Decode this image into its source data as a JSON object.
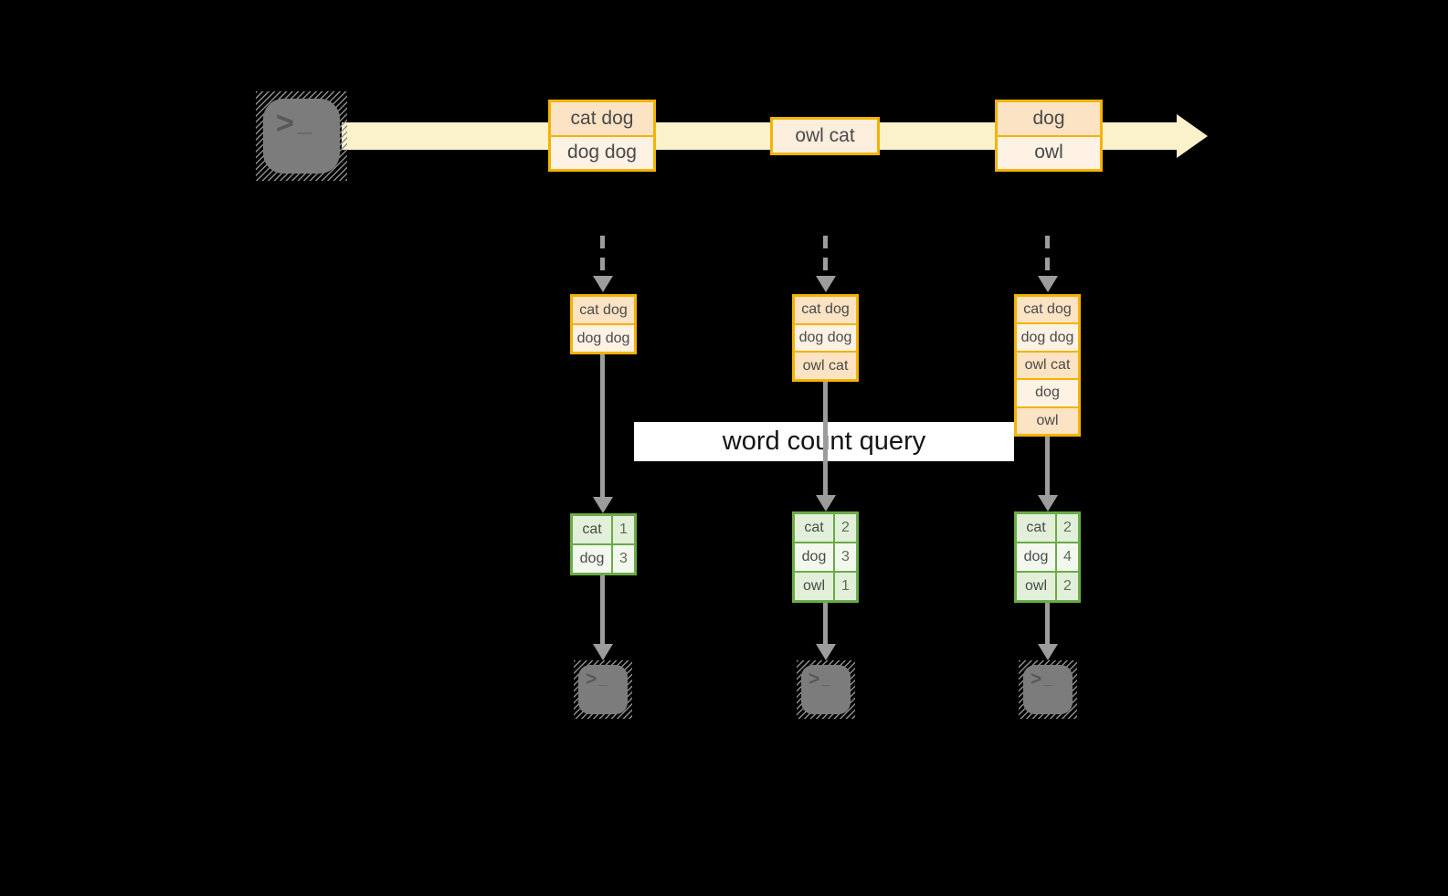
{
  "query_label": "word count query",
  "icons": {
    "source": "terminal-icon",
    "sink": "terminal-icon",
    "prompt": ">",
    "cursor": "_"
  },
  "stream": {
    "batches": [
      {
        "items": [
          "cat dog",
          "dog dog"
        ]
      },
      {
        "items": [
          "owl cat"
        ]
      },
      {
        "items": [
          "dog",
          "owl"
        ]
      }
    ]
  },
  "columns": [
    {
      "state": [
        "cat dog",
        "dog dog"
      ],
      "counts": [
        {
          "word": "cat",
          "n": "1"
        },
        {
          "word": "dog",
          "n": "3"
        }
      ]
    },
    {
      "state": [
        "cat dog",
        "dog dog",
        "owl cat"
      ],
      "counts": [
        {
          "word": "cat",
          "n": "2"
        },
        {
          "word": "dog",
          "n": "3"
        },
        {
          "word": "owl",
          "n": "1"
        }
      ]
    },
    {
      "state": [
        "cat dog",
        "dog dog",
        "owl cat",
        "dog",
        "owl"
      ],
      "counts": [
        {
          "word": "cat",
          "n": "2"
        },
        {
          "word": "dog",
          "n": "4"
        },
        {
          "word": "owl",
          "n": "2"
        }
      ]
    }
  ],
  "colors": {
    "background": "#000000",
    "accent_gold": "#f3b300",
    "peach_dark": "#fbe3c4",
    "peach_light": "#fdf2e3",
    "peach_mid": "#fceedd",
    "stream_band": "#fbf1cb",
    "green_border": "#6aab47",
    "green_cell": "#e2efd9",
    "green_cell_alt": "#f3f8ef",
    "icon_gray": "#7c7c7c",
    "arrow_gray": "#9c9c9c",
    "banner_bg": "#ffffff"
  }
}
